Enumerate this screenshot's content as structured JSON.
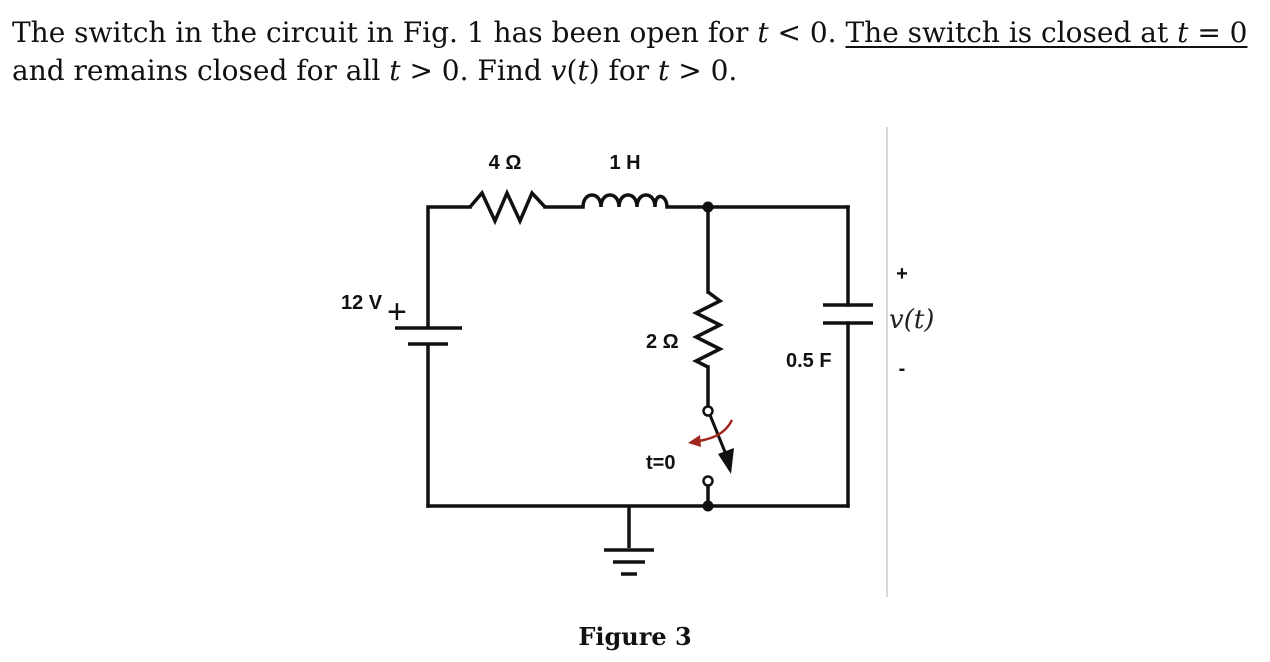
{
  "problem": {
    "line1_part1": "The switch in the circuit in Fig. 1 has been open for ",
    "line1_var1": "t",
    "line1_part2": " < 0. ",
    "line1_underlined": "The switch is closed at ",
    "line1_var2": "t",
    "line1_part3": " = 0",
    "line2_part1": "and remains closed for all ",
    "line2_var1": "t",
    "line2_part2": " > 0. Find ",
    "line2_var2": "v",
    "line2_part3": "(",
    "line2_var3": "t",
    "line2_part4": ") for ",
    "line2_var4": "t",
    "line2_part5": " > 0."
  },
  "circuit": {
    "resistor_top_label": "4 Ω",
    "inductor_label": "1 H",
    "source_label": "12 V",
    "source_plus": "+",
    "resistor_mid_label": "2 Ω",
    "switch_label": "t=0",
    "capacitor_label": "0.5 F",
    "output_plus": "+",
    "output_label": "v(t)",
    "output_minus": "-"
  },
  "figure_caption": "Figure 3",
  "colors": {
    "wire": "#111111",
    "switch_arrow": "#a0261d",
    "divider": "#cccccc"
  }
}
